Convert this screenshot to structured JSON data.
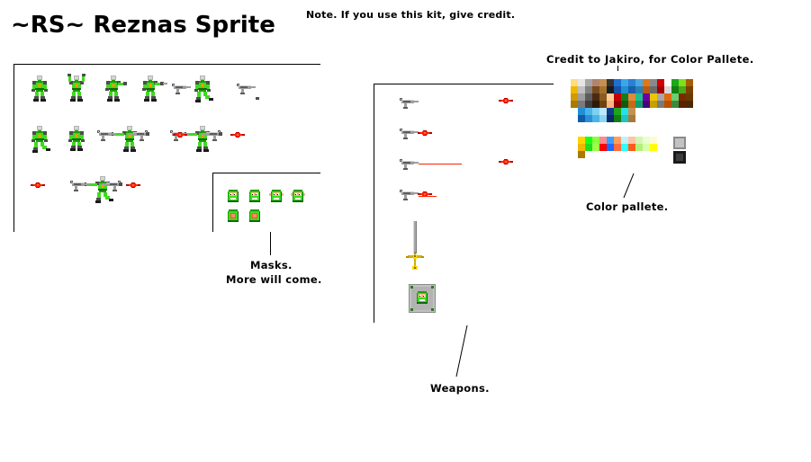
{
  "header": {
    "title": "~RS~ Reznas Sprite",
    "note": "Note. If you use this kit, give credit."
  },
  "captions": {
    "masks": "Masks.",
    "masks_more": "More will come.",
    "weapons": "Weapons.",
    "palette": "Color pallete.",
    "palette_credit": "Credit to Jakiro, for Color Pallete."
  },
  "colors": {
    "body_green": "#3ddc1e",
    "body_green_dark": "#1f9e0c",
    "body_green_darker": "#0f6b08",
    "joint_gray": "#4d4d4d",
    "head_gray": "#b3b3b3",
    "foot_black": "#1a1a1a",
    "chest_orange": "#ff9900",
    "laser_red": "#ff2200",
    "gun_gray": "#9e9e9e",
    "gun_dark": "#5c5c5c",
    "sword_blade": "#a8a8a8",
    "sword_hilt": "#d4b000",
    "skin": "#ffb380",
    "panel_border": "#000000",
    "background": "#ffffff"
  },
  "sheet": {
    "label": "sprite-sheet-panel",
    "rows": [
      {
        "name": "row-standing",
        "poses": [
          "idle-front",
          "arms-up",
          "aim-right",
          "aim-right-extended",
          "walk"
        ]
      },
      {
        "name": "row-armed",
        "poses": [
          "idle-legs-split",
          "idle-crouch",
          "dual-gun-left",
          "dual-gun-firing"
        ]
      },
      {
        "name": "row-firing",
        "poses": [
          "dual-gun-firing-crouch"
        ]
      }
    ]
  },
  "masks": {
    "label": "masks-panel",
    "items": [
      {
        "name": "mask-face-1",
        "type": "face"
      },
      {
        "name": "mask-face-2",
        "type": "face"
      },
      {
        "name": "mask-face-eared-1",
        "type": "face-eared"
      },
      {
        "name": "mask-face-eared-2",
        "type": "face-eared"
      },
      {
        "name": "mask-visor-1",
        "type": "visor"
      },
      {
        "name": "mask-visor-2",
        "type": "visor"
      }
    ]
  },
  "weapons": {
    "label": "weapons-panel",
    "items": [
      {
        "name": "pistol-plain",
        "blast": false,
        "beam": false,
        "muzzle_detached": true
      },
      {
        "name": "pistol-with-blast",
        "blast": true,
        "beam": false,
        "muzzle_detached": false
      },
      {
        "name": "pistol-with-beam",
        "blast": false,
        "beam": true,
        "muzzle_detached": true
      },
      {
        "name": "pistol-blast-and-beam",
        "blast": true,
        "beam": true,
        "muzzle_detached": false
      },
      {
        "name": "sword",
        "blast": false,
        "beam": false,
        "muzzle_detached": false
      },
      {
        "name": "shield",
        "blast": false,
        "beam": false,
        "muzzle_detached": false
      }
    ]
  },
  "palette": {
    "label": "color-palette",
    "main_grid": [
      [
        "#ffdd80",
        "#e6e6e6",
        "#a6a6a6",
        "#b3846b",
        "#c49150",
        "#333333",
        "#1f6fd1",
        "#3aa8e8",
        "#2b7fd4",
        "#4aa8e0",
        "#e07818",
        "#8a8a8a",
        "#d10000",
        "#ffffff",
        "#1aa81a",
        "#7fe01a",
        "#a65c00"
      ],
      [
        "#f0b800",
        "#c2c2c2",
        "#808080",
        "#7a4a1f",
        "#a6732e",
        "#1a1a1a",
        "#1452a8",
        "#1f8fd6",
        "#1a5fa8",
        "#2a7fb8",
        "#b85a10",
        "#6b6b6b",
        "#a80000",
        "#d9d9d9",
        "#128012",
        "#4aa81a",
        "#7a4000"
      ],
      [
        "#d19a00",
        "#9e9e9e",
        "#5c5c5c",
        "#4a2a10",
        "#8a5c1f",
        "#ffcf99",
        "#c20000",
        "#1a7a1a",
        "#e08a3c",
        "#1fbf8a",
        "#6b00a8",
        "#f0c400",
        "#a8a8a8",
        "#e06a10",
        "#6bcf6b",
        "#7a2a00",
        "#6b3a00"
      ],
      [
        "#a87a00",
        "#7a7a7a",
        "#3d3d3d",
        "#2e1a08",
        "#6b4412",
        "#ffb380",
        "#8a0000",
        "#0f5c0f",
        "#c46a1a",
        "#0f9e6b",
        "#4a007a",
        "#c4a000",
        "#7a7a7a",
        "#b85000",
        "#3d8a3d",
        "#5c1f00",
        "#4a2800"
      ]
    ],
    "blue_row": [
      [
        "#1f8fd6",
        "#4ab3e8",
        "#7fd1f0",
        "#bfe8fa",
        "#0f3d8a",
        "#1aa81a",
        "#2ae0e0",
        "#c49150"
      ],
      [
        "#0f5ca8",
        "#2a8fd6",
        "#4ab3e8",
        "#8ad6f0",
        "#0a2a6b",
        "#128012",
        "#1fc4c4",
        "#a67a3c"
      ]
    ],
    "bright_row": [
      [
        "#ffd400",
        "#1aff1a",
        "#8aff3c",
        "#ff8a8a",
        "#3c9eff",
        "#ff9e5c",
        "#bff0ff",
        "#ffc4a8",
        "#d6f5b3",
        "#eaffd1",
        "#fffbd1"
      ],
      [
        "#f0b800",
        "#1ae01a",
        "#9eff4a",
        "#ff0000",
        "#1a6bff",
        "#ff6b3c",
        "#2affff",
        "#ff5c1a",
        "#b3f07a",
        "#d6ffa8",
        "#ffff00"
      ],
      [
        "#a87a00",
        "",
        "",
        "",
        "",
        "",
        "",
        "",
        "",
        "",
        ""
      ]
    ],
    "gray_swatch": "#c2c2c2",
    "dark_swatch": "#1a1a1a"
  }
}
